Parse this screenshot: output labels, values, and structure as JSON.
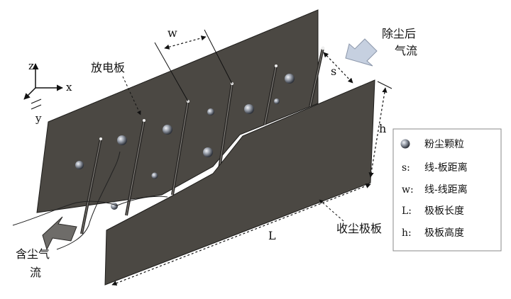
{
  "axes": {
    "z": "z",
    "x": "x",
    "y": "y"
  },
  "labels": {
    "w": "w",
    "s": "s",
    "h": "h",
    "L": "L",
    "discharge_electrode": "放电板",
    "collecting_plate": "收尘极板",
    "clean_gas_line1": "除尘后",
    "clean_gas_line2": "气流",
    "dusty_gas_line1": "含尘气",
    "dusty_gas_line2": "流"
  },
  "legend": [
    {
      "key": "",
      "text": "粉尘颗粒",
      "symbol": "particle"
    },
    {
      "key": "s:",
      "text": "线-板距离"
    },
    {
      "key": "w:",
      "text": "线-线距离"
    },
    {
      "key": "L:",
      "text": "极板长度"
    },
    {
      "key": "h:",
      "text": "极板高度"
    }
  ]
}
